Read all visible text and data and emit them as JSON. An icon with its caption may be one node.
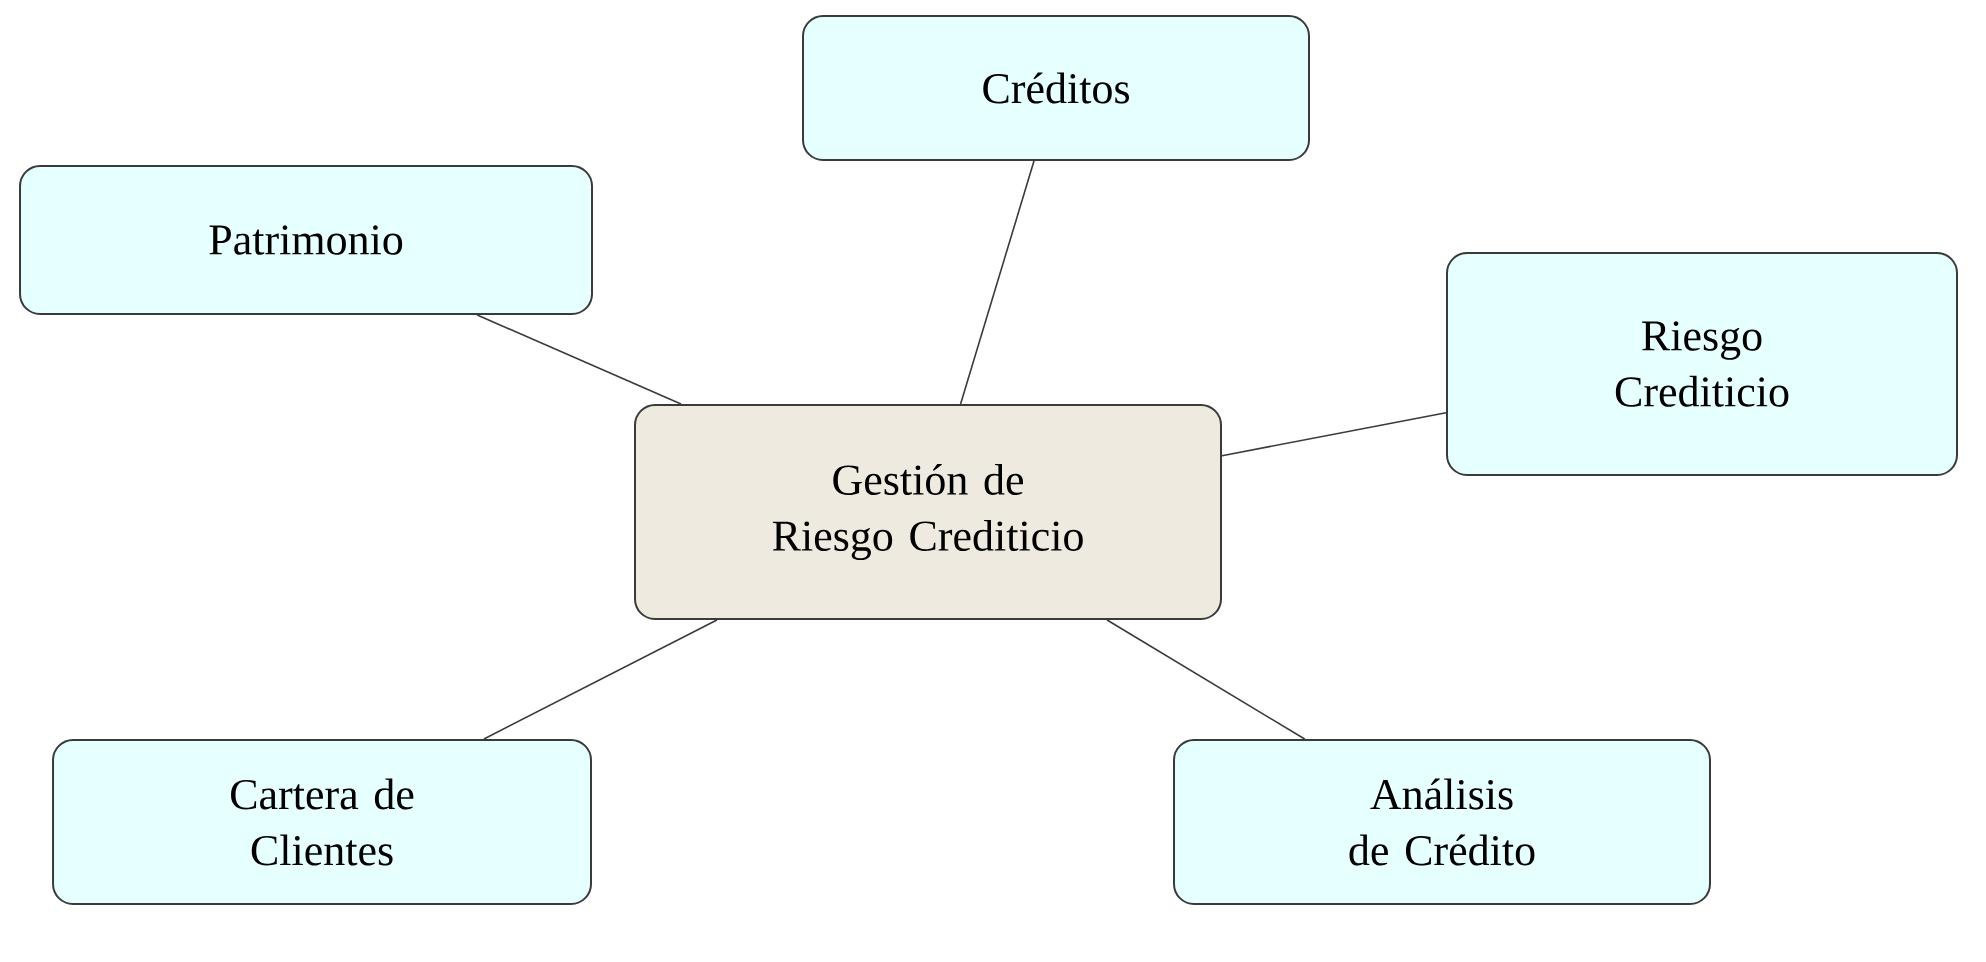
{
  "diagram": {
    "nodes": [
      {
        "text": [
          "Gestión de Riesgo Crediticio"
        ]
      },
      {
        "text": [
          "Créditos"
        ]
      },
      {
        "text": [
          "Patrimonio"
        ]
      },
      {
        "text": [
          "Riesgo Crediticio"
        ]
      },
      {
        "text": [
          "Cartera de Clientes"
        ]
      },
      {
        "text": [
          "Análisis de Crédito"
        ]
      }
    ],
    "edges": [
      {
        "from": 0,
        "to": 1,
        "arrow": "none"
      },
      {
        "from": 0,
        "to": 2,
        "arrow": "none"
      },
      {
        "from": 0,
        "to": 3,
        "arrow": "none"
      },
      {
        "from": 0,
        "to": 4,
        "arrow": "none"
      },
      {
        "from": 0,
        "to": 5,
        "arrow": "none"
      }
    ]
  }
}
